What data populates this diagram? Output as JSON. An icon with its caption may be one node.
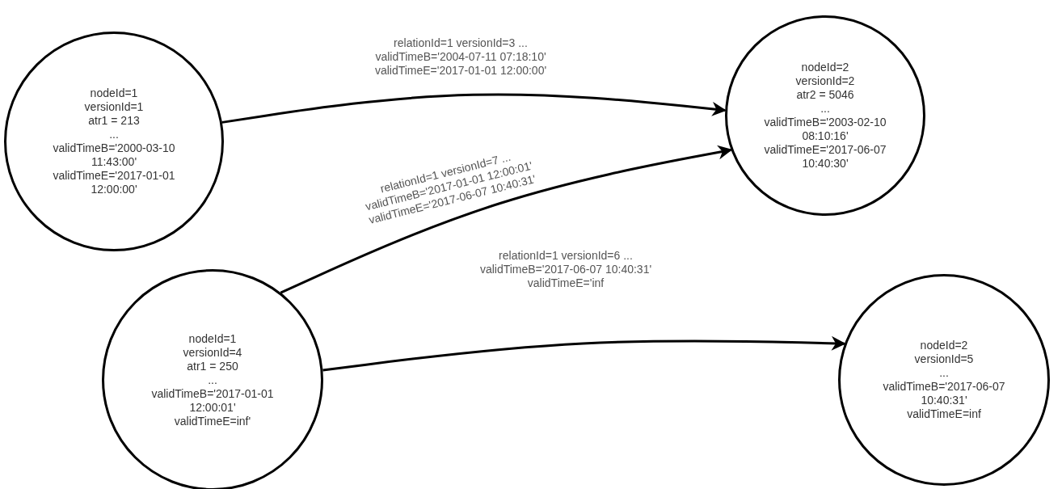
{
  "diagram": {
    "nodes": [
      {
        "text": [
          "nodeId=1",
          "versionId=1",
          "atr1 = 213",
          "...",
          "validTimeB='2000-03-10 11:43:00'",
          "validTimeE='2017-01-01 12:00:00'"
        ]
      },
      {
        "text": [
          "nodeId=2",
          "versionId=2",
          "atr2 = 5046",
          "...",
          "validTimeB='2003-02-10 08:10:16'",
          "validTimeE='2017-06-07 10:40:30'"
        ]
      },
      {
        "text": [
          "nodeId=1",
          "versionId=4",
          "atr1 = 250",
          "...",
          "validTimeB='2017-01-01 12:00:01'",
          "validTimeE=inf'"
        ]
      },
      {
        "text": [
          "nodeId=2",
          "versionId=5",
          "...",
          "validTimeB='2017-06-07 10:40:31'",
          "validTimeE=inf"
        ]
      }
    ],
    "edges": [
      {
        "from": 0,
        "to": 1,
        "arrow": "to",
        "label": "relationId=1 versionId=3 ... validTimeB='2004-07-11 07:18:10' validTimeE='2017-01-01 12:00:00'"
      },
      {
        "from": 2,
        "to": 1,
        "arrow": "to",
        "label": "relationId=1 versionId=7 ... validTimeB='2017-01-01 12:00:01' validTimeE='2017-06-07 10:40:31'"
      },
      {
        "from": 2,
        "to": 3,
        "arrow": "to",
        "label": "relationId=1 versionId=6 ... validTimeB='2017-06-07 10:40:31' validTimeE='inf"
      }
    ]
  }
}
